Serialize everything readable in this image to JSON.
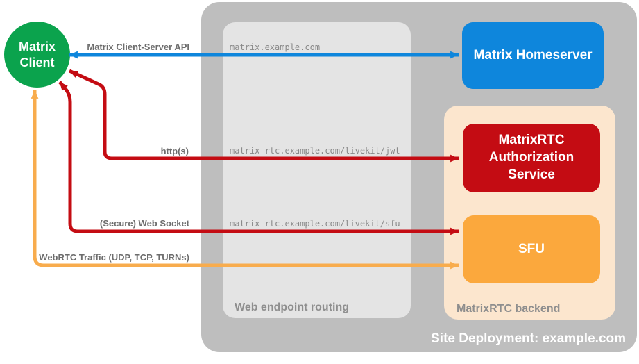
{
  "colors": {
    "green": "#0BA34D",
    "blue": "#0E86DC",
    "red": "#C40C13",
    "orange": "#FBA83D",
    "orange_arrow": "#F8AC4D",
    "peach": "#FCE6CE",
    "container_gray": "#BEBEBE",
    "routing_gray": "#E4E4E4",
    "container_label_gray": "#8E8E8E",
    "arrow_label_gray": "#6D6D6D",
    "endpoint_text_gray": "#898989"
  },
  "nodes": {
    "matrix_client": {
      "label": "Matrix Client"
    },
    "matrix_homeserver": {
      "label": "Matrix Homeserver"
    },
    "auth_service": {
      "label": "MatrixRTC Authorization Service"
    },
    "sfu": {
      "label": "SFU"
    }
  },
  "containers": {
    "site_deployment": "Site Deployment: example.com",
    "web_endpoint_routing": "Web endpoint routing",
    "matrixrtc_backend": "MatrixRTC backend"
  },
  "endpoints": {
    "homeserver_host": "matrix.example.com",
    "jwt_path": "matrix-rtc.example.com/livekit/jwt",
    "sfu_path": "matrix-rtc.example.com/livekit/sfu"
  },
  "arrows": {
    "client_server_api": "Matrix Client-Server API",
    "https": "http(s)",
    "websocket": "(Secure) Web Socket",
    "webrtc": "WebRTC Traffic (UDP, TCP, TURNs)"
  }
}
